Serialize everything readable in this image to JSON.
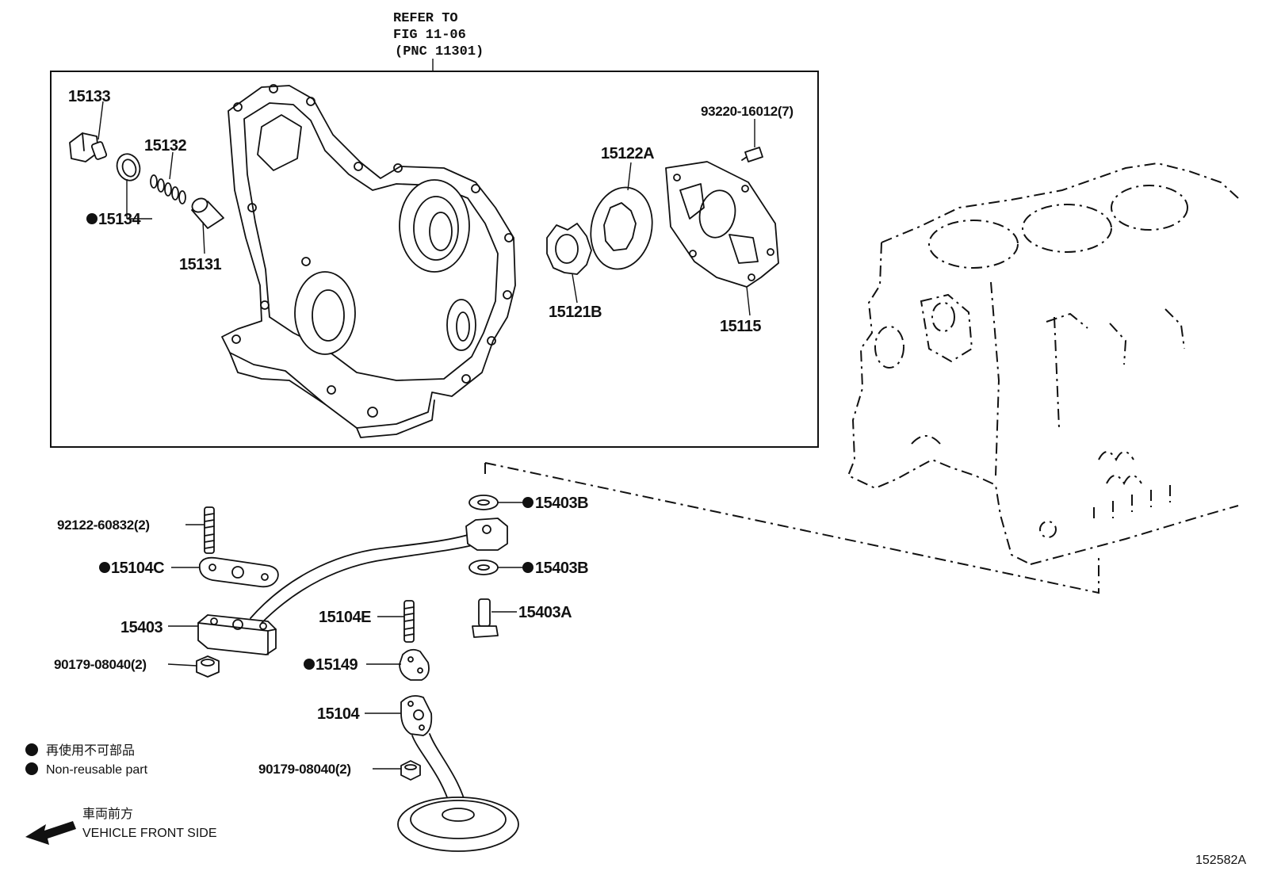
{
  "refer": {
    "line1": "REFER TO",
    "line2": "FIG 11-06",
    "line3": "(PNC 11301)"
  },
  "parts": {
    "p15133": "15133",
    "p15132": "15132",
    "p15134": "15134",
    "p15131": "15131",
    "p93220": "93220-16012(7)",
    "p15122A": "15122A",
    "p15121B": "15121B",
    "p15115": "15115",
    "p92122": "92122-60832(2)",
    "p15104C": "15104C",
    "p15403": "15403",
    "p90179a": "90179-08040(2)",
    "p15403B_top": "15403B",
    "p15403B_bot": "15403B",
    "p15403A": "15403A",
    "p15104E": "15104E",
    "p15149": "15149",
    "p15104": "15104",
    "p90179b": "90179-08040(2)"
  },
  "legend": {
    "non_reusable_jp": "再使用不可部品",
    "non_reusable_en": "Non-reusable part",
    "front_jp": "車両前方",
    "front_en": "VEHICLE FRONT SIDE"
  },
  "figure_id": "152582A",
  "icons": {
    "non_reusable": "filled-dot-icon",
    "direction": "front-arrow-icon"
  }
}
